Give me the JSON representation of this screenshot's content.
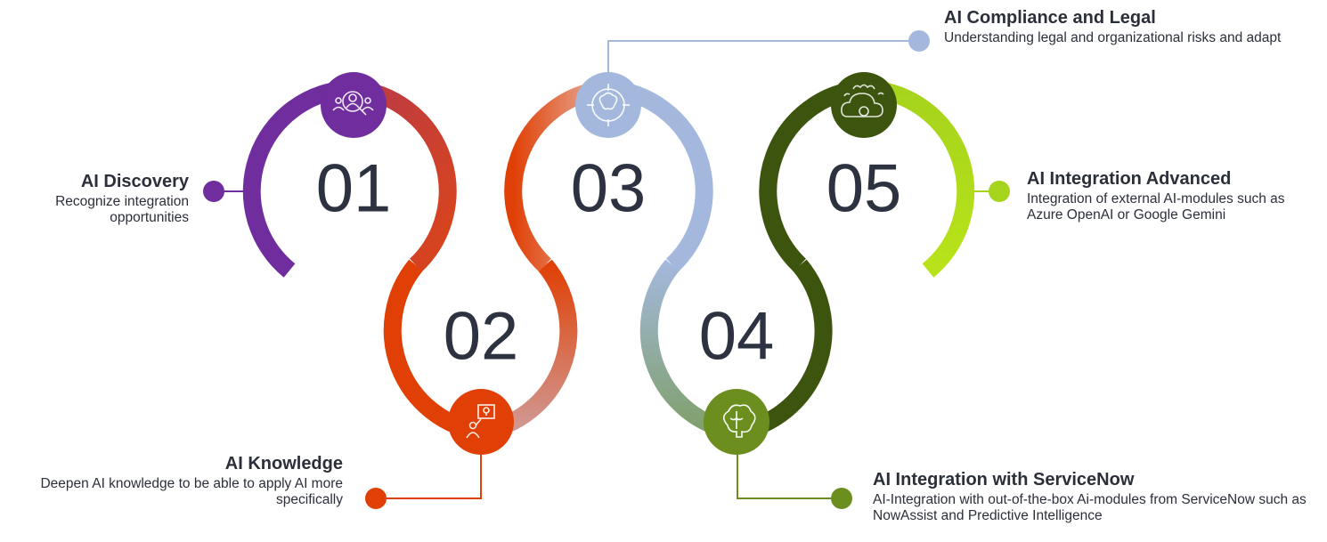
{
  "steps": [
    {
      "number": "01",
      "title": "AI Discovery",
      "description": "Recognize integration opportunities",
      "color": "#6f2d9e",
      "icon": "people-search-icon"
    },
    {
      "number": "02",
      "title": "AI Knowledge",
      "description": "Deepen AI knowledge to be able to apply AI more specifically",
      "color": "#e04006",
      "icon": "presenter-lightbulb-icon"
    },
    {
      "number": "03",
      "title": "AI Compliance and Legal",
      "description": "Understanding legal and organizational risks and adapt",
      "color": "#a3b8dc",
      "icon": "brain-target-icon"
    },
    {
      "number": "04",
      "title": "AI Integration with ServiceNow",
      "description": "AI-Integration with out-of-the-box Ai-modules from ServiceNow such as NowAssist and Predictive Intelligence",
      "color": "#6b8e1f",
      "icon": "brain-icon"
    },
    {
      "number": "05",
      "title": "AI Integration Advanced",
      "description": "Integration of external AI-modules such as Azure OpenAI or Google Gemini",
      "color": "#3d540f",
      "icon": "cloud-network-icon"
    }
  ]
}
